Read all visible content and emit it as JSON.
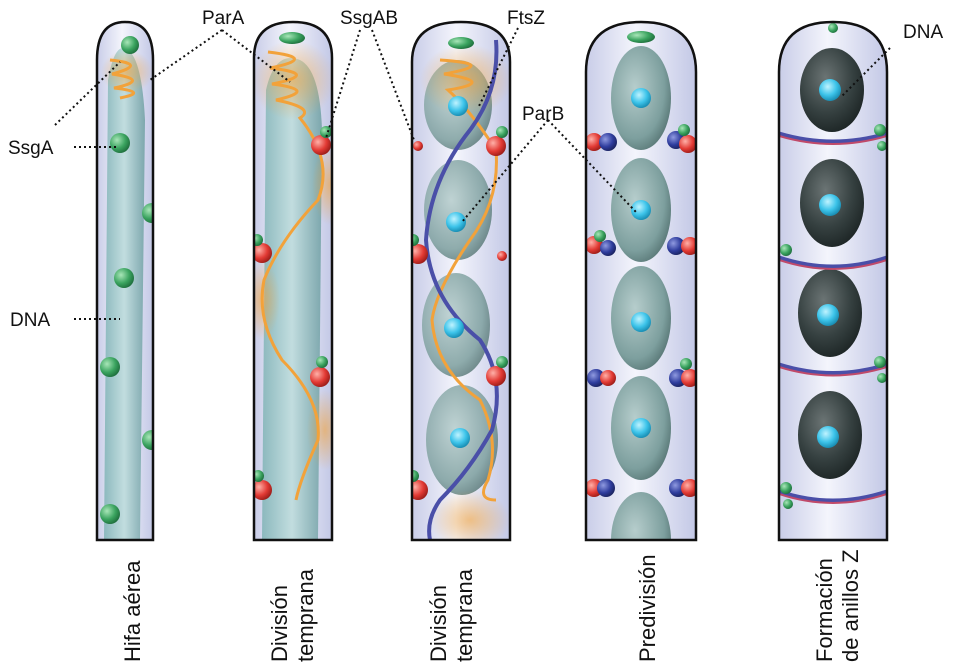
{
  "labels": {
    "para": "ParA",
    "ssgab": "SsgAB",
    "ftsz": "FtsZ",
    "dna_top": "DNA",
    "ssga": "SsgA",
    "parb": "ParB",
    "dna_left": "DNA"
  },
  "stages": [
    {
      "line1": "Hifa aérea",
      "line2": ""
    },
    {
      "line1": "División",
      "line2": "temprana"
    },
    {
      "line1": "División",
      "line2": "temprana"
    },
    {
      "line1": "Predivisión",
      "line2": ""
    },
    {
      "line1": "Formación",
      "line2": "de anillos Z"
    }
  ],
  "colors": {
    "ssga": "#2e9e57",
    "parb": "#e03a3a",
    "blue_protein": "#2b3a9a",
    "para": "#f3a93c",
    "ftsz": "#4a4fa8",
    "dna_core": "#3ec6e8",
    "hypha_fill": "#dfe2f3",
    "chromosome": "#8fb7b6",
    "condensed": "#2f3838"
  }
}
